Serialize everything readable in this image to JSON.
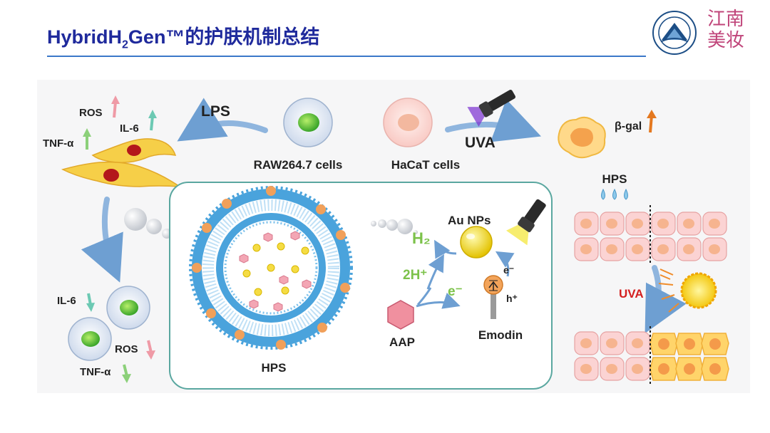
{
  "header": {
    "title_prefix": "HybridH",
    "title_sub": "2",
    "title_suffix": "Gen™的护肤机制总结",
    "brand_line1": "江南",
    "brand_line2": "美妆"
  },
  "diagram": {
    "top": {
      "lps": "LPS",
      "uva": "UVA",
      "raw_cells": "RAW264.7 cells",
      "hacat_cells": "HaCaT cells",
      "beta_gal": "β-gal"
    },
    "left": {
      "ros_up": "ROS",
      "il6_up": "IL-6",
      "tnf_up": "TNF-α",
      "il6_down": "IL-6",
      "ros_down": "ROS",
      "tnf_down": "TNF-α"
    },
    "center": {
      "hps": "HPS",
      "au_nps": "Au NPs",
      "h2": "H₂",
      "two_h": "2H⁺",
      "e_minus": "e⁻",
      "e_minus_small": "e⁻",
      "h_plus": "h⁺",
      "aap": "AAP",
      "emodin": "Emodin"
    },
    "right": {
      "hps": "HPS",
      "uva": "UVA"
    }
  }
}
